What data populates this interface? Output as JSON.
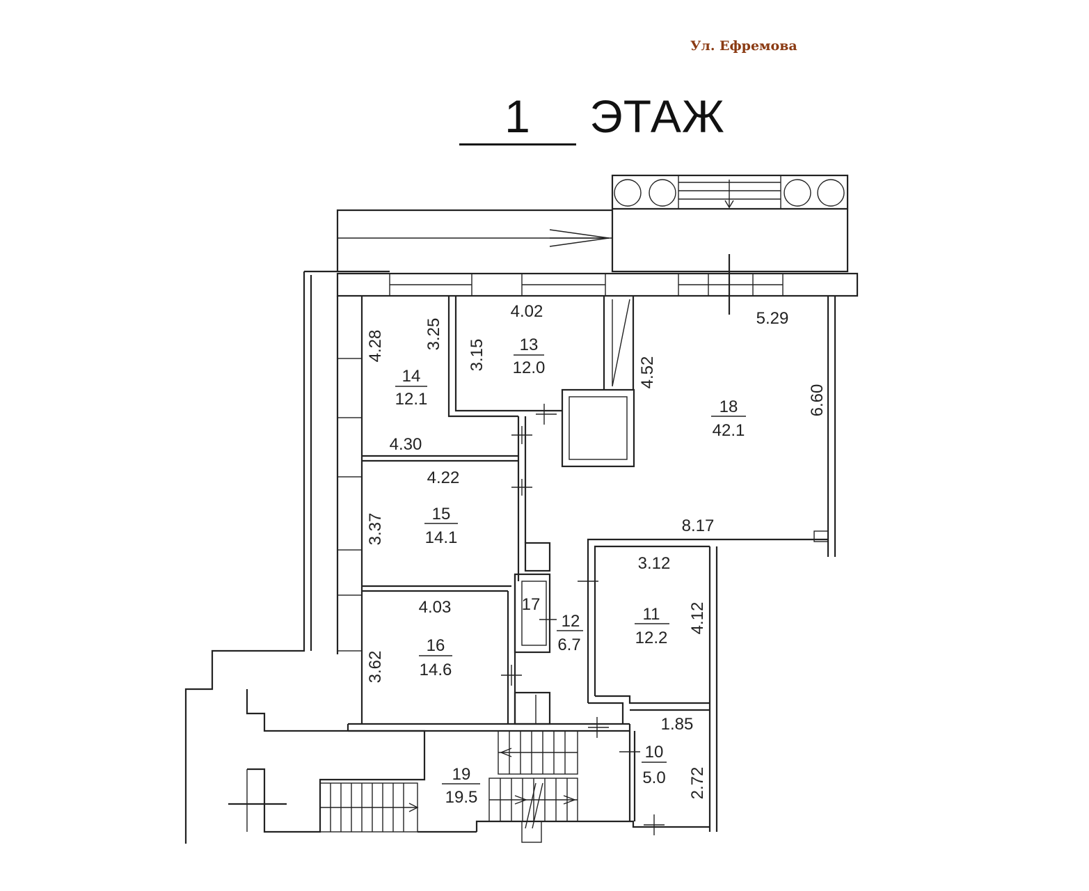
{
  "street_label": "Ул. Ефремова",
  "floor_title": {
    "number": "1",
    "word": "ЭТАЖ"
  },
  "rooms": [
    {
      "id": "10",
      "area": "5.0",
      "dims": [
        "1.85",
        "2.72"
      ]
    },
    {
      "id": "11",
      "area": "12.2",
      "dims": [
        "3.12",
        "4.12"
      ]
    },
    {
      "id": "12",
      "area": "6.7"
    },
    {
      "id": "13",
      "area": "12.0",
      "dims": [
        "4.02",
        "3.15"
      ]
    },
    {
      "id": "14",
      "area": "12.1",
      "dims": [
        "4.28",
        "3.25",
        "4.30"
      ]
    },
    {
      "id": "15",
      "area": "14.1",
      "dims": [
        "4.22",
        "3.37"
      ]
    },
    {
      "id": "16",
      "area": "14.6",
      "dims": [
        "4.03",
        "3.62"
      ]
    },
    {
      "id": "17"
    },
    {
      "id": "18",
      "area": "42.1",
      "dims": [
        "5.29",
        "4.52",
        "6.60",
        "8.17"
      ]
    },
    {
      "id": "19",
      "area": "19.5"
    }
  ]
}
